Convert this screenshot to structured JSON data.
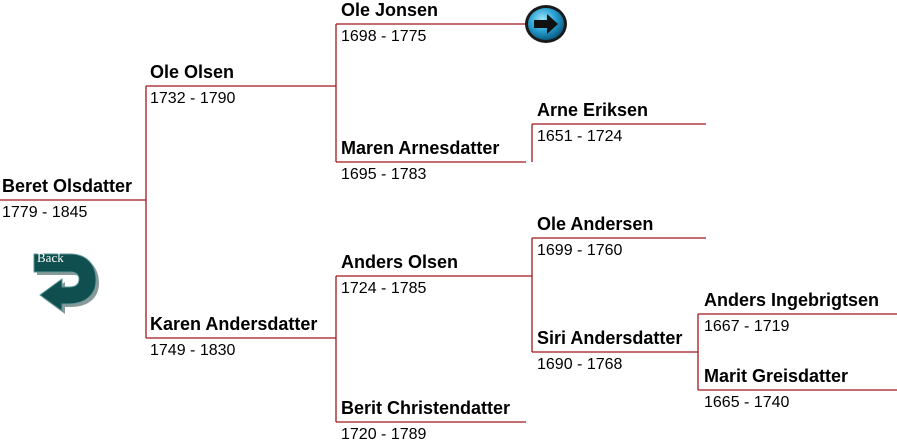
{
  "back": {
    "label": "Back"
  },
  "people": [
    {
      "id": "beret-olsdatter",
      "name": "Beret Olsdatter",
      "dates": "1779 - 1845"
    },
    {
      "id": "ole-olsen",
      "name": "Ole Olsen",
      "dates": "1732 - 1790"
    },
    {
      "id": "karen-andersdatter",
      "name": "Karen Andersdatter",
      "dates": "1749 - 1830"
    },
    {
      "id": "ole-jonsen",
      "name": "Ole Jonsen",
      "dates": "1698 - 1775"
    },
    {
      "id": "maren-arnesdatter",
      "name": "Maren Arnesdatter",
      "dates": "1695 - 1783"
    },
    {
      "id": "anders-olsen",
      "name": "Anders Olsen",
      "dates": "1724 - 1785"
    },
    {
      "id": "berit-christendatter",
      "name": "Berit Christendatter",
      "dates": "1720 - 1789"
    },
    {
      "id": "arne-eriksen",
      "name": "Arne Eriksen",
      "dates": "1651 - 1724"
    },
    {
      "id": "ole-andersen",
      "name": "Ole Andersen",
      "dates": "1699 - 1760"
    },
    {
      "id": "siri-andersdatter",
      "name": "Siri Andersdatter",
      "dates": "1690 - 1768"
    },
    {
      "id": "anders-ingebrigtsen",
      "name": "Anders Ingebrigtsen",
      "dates": "1667 - 1719"
    },
    {
      "id": "marit-greisdatter",
      "name": "Marit Greisdatter",
      "dates": "1665 - 1740"
    }
  ],
  "colors": {
    "line": "#a0181c",
    "button_dark": "#0f4f4f",
    "arrow_blue": "#1f8fc0"
  },
  "icons": {
    "back": "curved-arrow-back-icon",
    "forward": "right-arrow-circle-icon"
  }
}
